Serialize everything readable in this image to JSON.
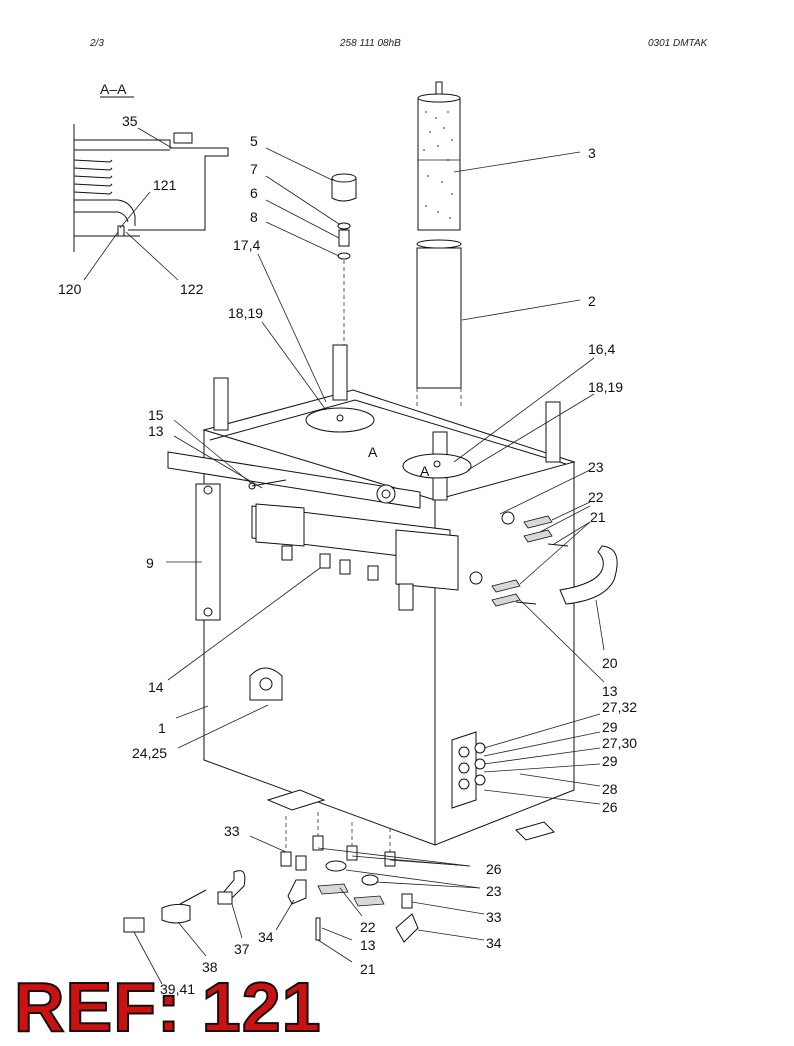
{
  "header": {
    "left": "2/3",
    "center": "258 111 08hB",
    "right": "0301   DMTAK"
  },
  "section_title": "A–A",
  "labels": {
    "l35": "35",
    "l121": "121",
    "l120": "120",
    "l122": "122",
    "l5": "5",
    "l7": "7",
    "l6": "6",
    "l8": "8",
    "l17_4": "17,4",
    "l3": "3",
    "l2": "2",
    "l18_19a": "18,19",
    "l16_4": "16,4",
    "l18_19b": "18,19",
    "l15": "15",
    "l13a": "13",
    "lA1": "A",
    "lA2": "A",
    "l23a": "23",
    "l22a": "22",
    "l21a": "21",
    "l9": "9",
    "l20": "20",
    "l14": "14",
    "l13b": "13",
    "l1": "1",
    "l24_25": "24,25",
    "l27_32": "27,32",
    "l29a": "29",
    "l27_30": "27,30",
    "l29b": "29",
    "l28": "28",
    "l26a": "26",
    "l33a": "33",
    "l26b": "26",
    "l23b": "23",
    "l33b": "33",
    "l22b": "22",
    "l13c": "13",
    "l34a": "34",
    "l34b": "34",
    "l37": "37",
    "l38": "38",
    "l39_41": "39,41",
    "l21b": "21"
  },
  "ref_badge": "REF: 121"
}
